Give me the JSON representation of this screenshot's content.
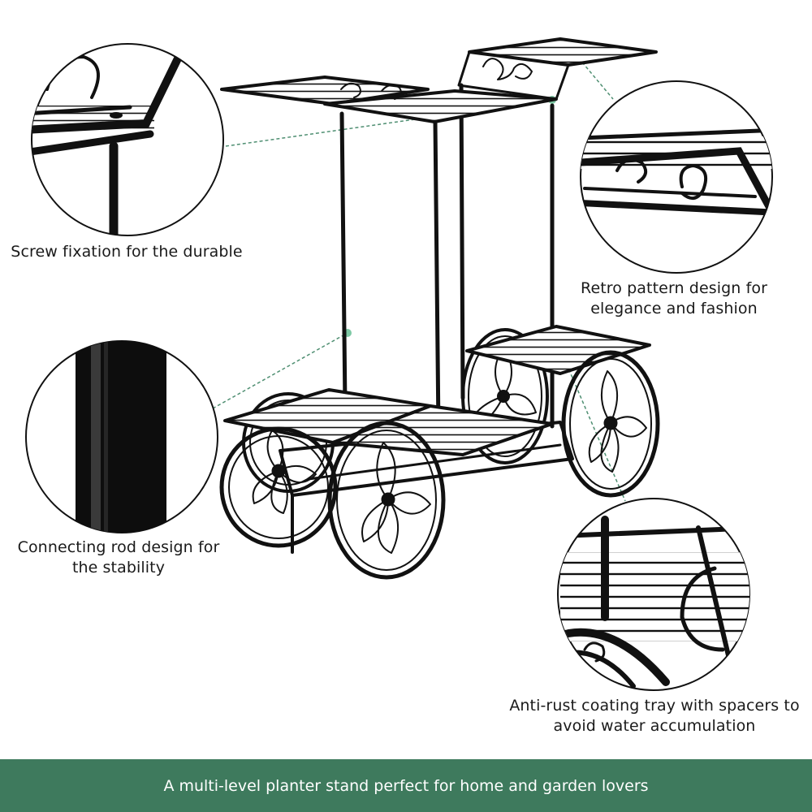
{
  "captions": {
    "screw": "Screw fixation for the durable",
    "retro_line1": "Retro pattern design for",
    "retro_line2": "elegance and fashion",
    "rod_line1": "Connecting rod design for",
    "rod_line2": "the stability",
    "tray_line1": "Anti-rust coating tray with spacers to",
    "tray_line2": "avoid water accumulation"
  },
  "banner": {
    "text": "A multi-level planter stand perfect for home and garden lovers"
  },
  "colors": {
    "banner_bg": "#3e7a5d",
    "metal": "#111111",
    "leader": "#4f8f72",
    "dot": "#7ec9a5"
  }
}
